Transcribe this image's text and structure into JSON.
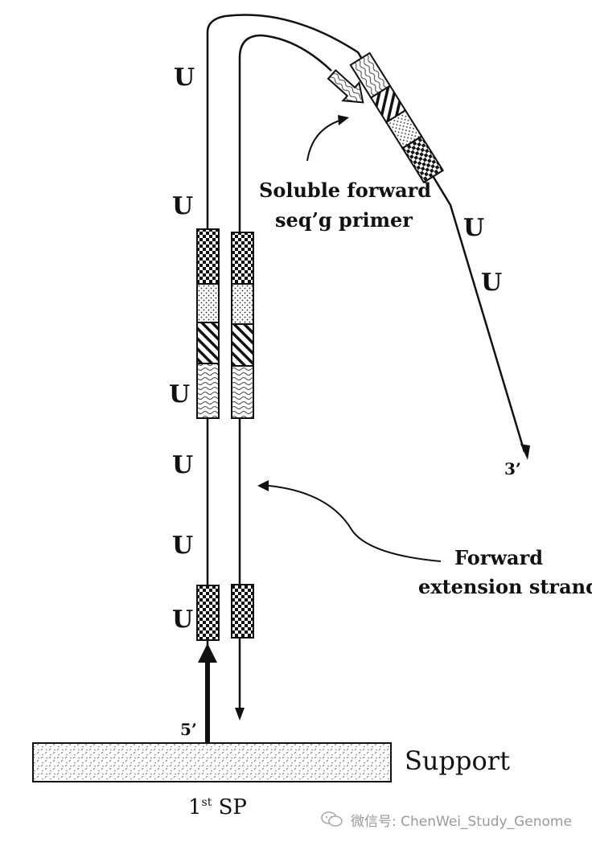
{
  "labels": {
    "u": "U",
    "soluble_primer_line1": "Soluble forward",
    "soluble_primer_line2": "seq’g primer",
    "forward_ext_line1": "Forward",
    "forward_ext_line2": "extension strand",
    "five_prime": "5’",
    "three_prime": "3’",
    "support": "Support",
    "sp_main": "1",
    "sp_sup": "st",
    "sp_rest": " SP"
  },
  "watermark": {
    "text": "微信号: ChenWei_Study_Genome",
    "icon": "wechat-icon"
  }
}
